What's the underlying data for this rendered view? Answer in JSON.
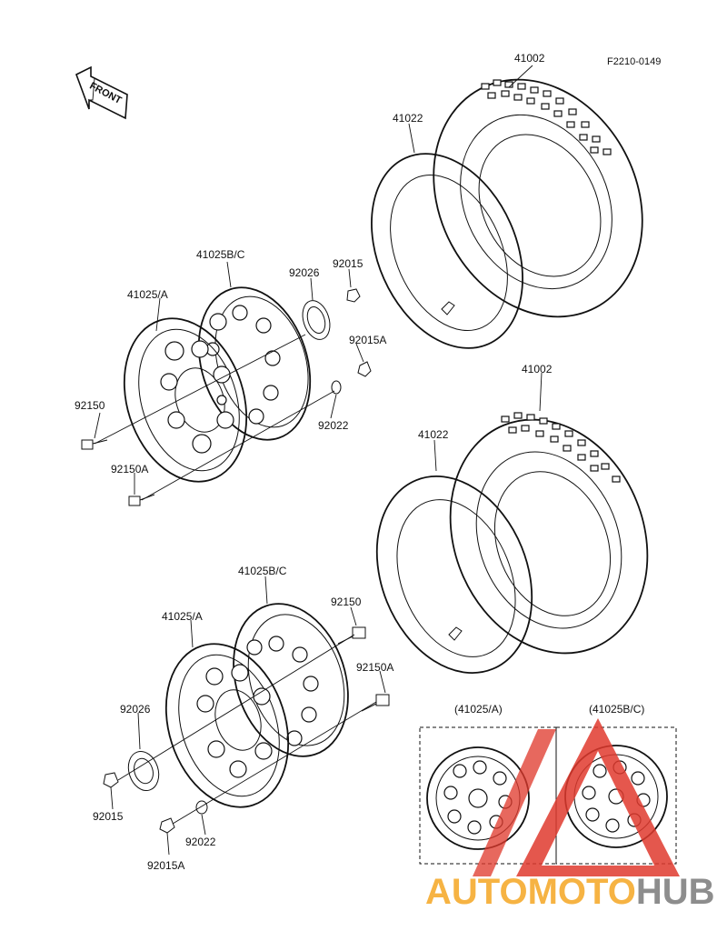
{
  "figure_code": "F2210-0149",
  "front_arrow": {
    "label": "FRONT",
    "icon": "front-arrow-icon"
  },
  "labels": {
    "tire_top": "41002",
    "tube_top": "41022",
    "rim_half_b_top": "41025B/C",
    "rim_half_a_top": "41025/A",
    "gasket_top": "92026",
    "bolt_a_top": "92150",
    "bolt_b_top": "92150A",
    "nut_top": "92015",
    "nut_a_top": "92015A",
    "washer_top": "92022",
    "tire_bottom": "41002",
    "tube_bottom": "41022",
    "rim_half_b_bottom": "41025B/C",
    "rim_half_a_bottom": "41025/A",
    "gasket_bottom": "92026",
    "bolt_a_bottom": "92150",
    "bolt_b_bottom": "92150A",
    "nut_bottom": "92015",
    "nut_a_bottom": "92015A",
    "washer_bottom": "92022"
  },
  "insets": [
    {
      "title": "(41025/A)"
    },
    {
      "title": "(41025B/C)"
    }
  ],
  "watermark": {
    "part1": "AUTO",
    "part2": "MOTO",
    "part3": "HUB",
    "color_red": "#e03a2e",
    "color_orange": "#f5a623",
    "color_grey": "#7a7a7a"
  }
}
